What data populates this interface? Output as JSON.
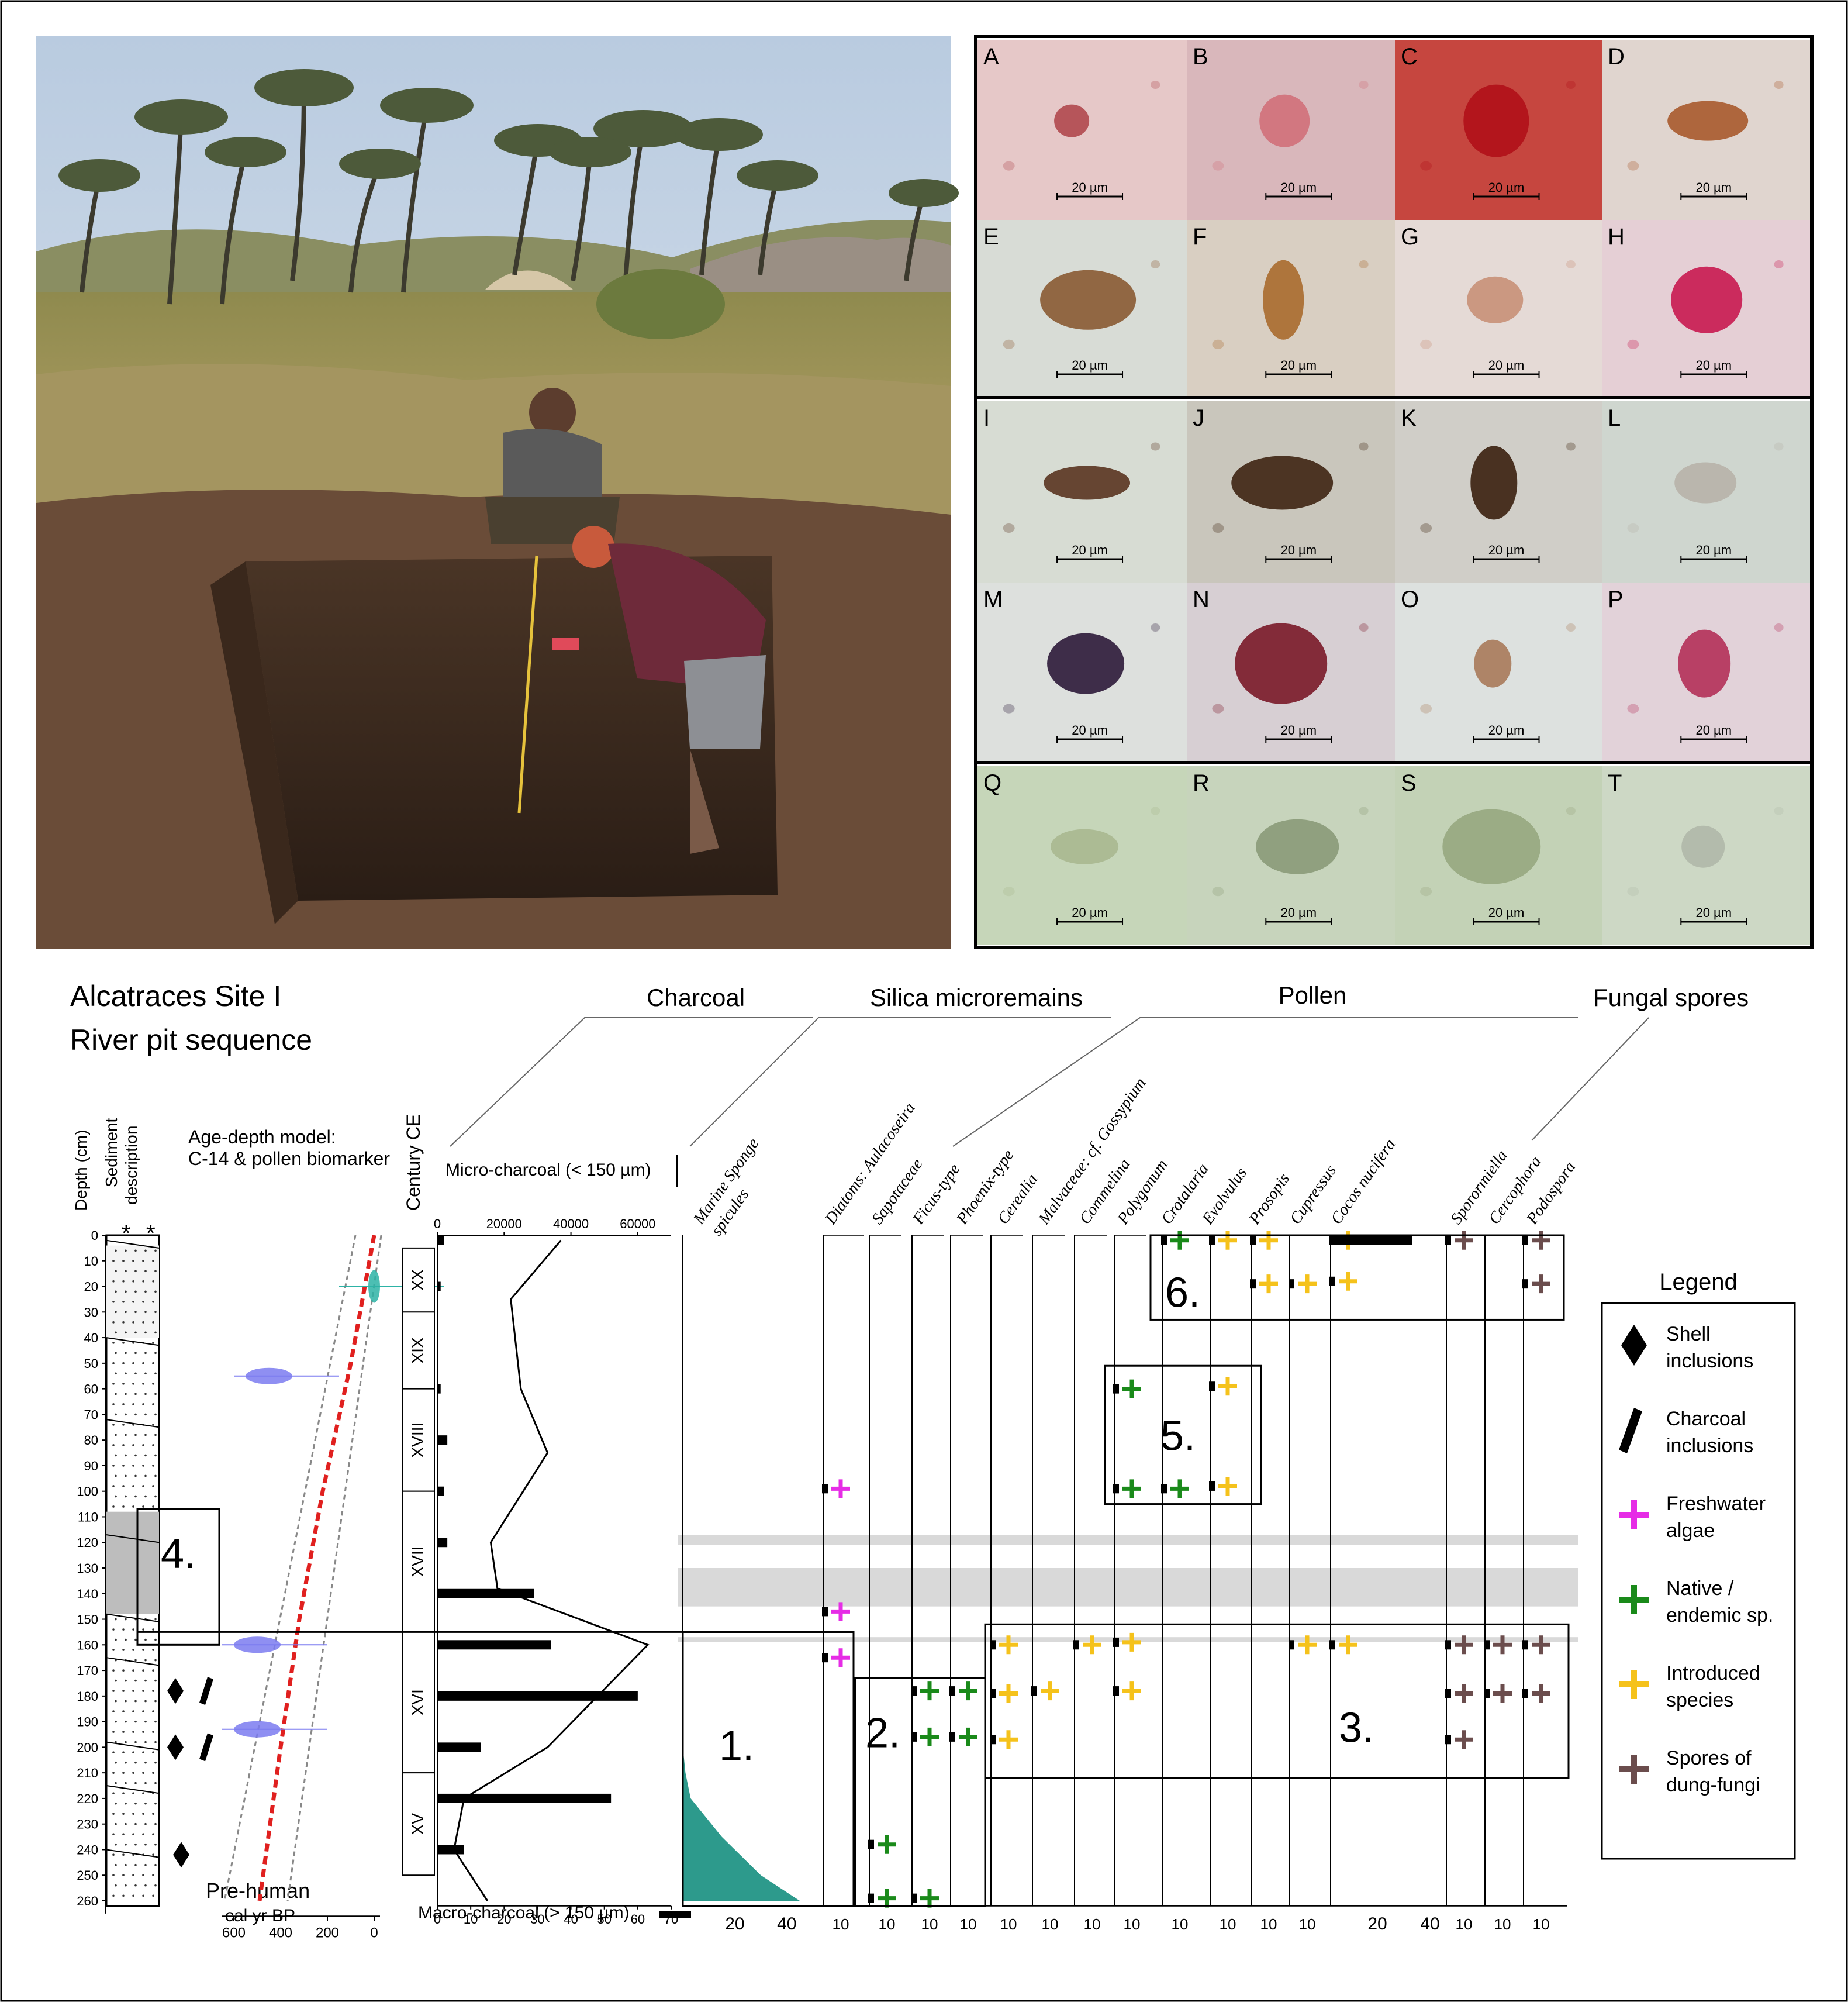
{
  "figure": {
    "title_line1": "Alcatraces Site I",
    "title_line2": "River pit sequence"
  },
  "micro_panels": {
    "labels": [
      "A",
      "B",
      "C",
      "D",
      "E",
      "F",
      "G",
      "H",
      "I",
      "J",
      "K",
      "L",
      "M",
      "N",
      "O",
      "P",
      "Q",
      "R",
      "S",
      "T"
    ],
    "scale_text": "20 µm",
    "colors": {
      "A": "#e6c8c8",
      "B": "#d9b7bb",
      "C": "#c6463f",
      "D": "#e0d5cf",
      "E": "#d8dcd6",
      "F": "#d9cfc2",
      "G": "#e5dad6",
      "H": "#e5cfd5",
      "I": "#d7dcd3",
      "J": "#c9c6bc",
      "K": "#d0cec8",
      "L": "#cfd6cf",
      "M": "#dde0dd",
      "N": "#d7cfd3",
      "O": "#dde1df",
      "P": "#e2d2d9",
      "Q": "#c6d6b9",
      "R": "#c7d4bc",
      "S": "#c3d2b6",
      "T": "#cdd8c5"
    },
    "object_colors": {
      "A": "#b0484e",
      "B": "#d0707a",
      "C": "#b01018",
      "D": "#a85a2c",
      "E": "#8a5a33",
      "F": "#a86a2e",
      "G": "#c89078",
      "H": "#c81850",
      "I": "#5a3420",
      "J": "#3e2412",
      "K": "#3a200e",
      "L": "#b7b3a8",
      "M": "#2c1a38",
      "N": "#7a1828",
      "O": "#a87a5a",
      "P": "#b43058",
      "Q": "#a8b890",
      "R": "#8a9a78",
      "S": "#97a77f",
      "T": "#b0b8a8"
    }
  },
  "headers": {
    "charcoal": "Charcoal",
    "silica": "Silica microremains",
    "pollen": "Pollen",
    "fungal": "Fungal spores"
  },
  "column_labels": {
    "depth": "Depth (cm)",
    "sediment1": "Sediment",
    "sediment2": "description",
    "century": "Century  CE",
    "agedepth1": "Age-depth model:",
    "agedepth2": "C-14 & pollen biomarker",
    "microcharcoal": "Micro-charcoal (< 150 µm)",
    "macrocharcoal": "Macro-charcoal (> 150 µm)",
    "calbp": "cal yr BP",
    "prehuman": "Pre-human"
  },
  "taxa": [
    "Marine Sponge|spicules",
    "Diatoms: Aulacoseira",
    "Sapotaceae",
    "Ficus-type",
    "Phoenix-type",
    "Cerealia",
    "Malvaceae: cf. Gossypium",
    "Commelina",
    "Polygonum",
    "Crotalaria",
    "Evolvulus",
    "Prosopis",
    "Cupressus",
    "Cocos nucifera",
    "Sporormiella",
    "Cercophora",
    "Podospora"
  ],
  "legend": {
    "title": "Legend",
    "items": [
      {
        "label1": "Shell",
        "label2": "inclusions",
        "icon": "shell-icon"
      },
      {
        "label1": "Charcoal",
        "label2": "inclusions",
        "icon": "charcoal-icon"
      },
      {
        "label1": "Freshwater",
        "label2": "algae",
        "icon": "plus-icon",
        "color": "#e62ce6"
      },
      {
        "label1": "Native /",
        "label2": "endemic sp.",
        "icon": "plus-icon",
        "color": "#1a8a1a"
      },
      {
        "label1": "Introduced",
        "label2": "species",
        "icon": "plus-icon",
        "color": "#f5c21b"
      },
      {
        "label1": "Spores of",
        "label2": "dung-fungi",
        "icon": "plus-icon",
        "color": "#6b4d4d"
      }
    ]
  },
  "zone_labels": [
    "1.",
    "2.",
    "3.",
    "4.",
    "5.",
    "6."
  ],
  "centuries": [
    "XX",
    "XIX",
    "XVIII",
    "XVII",
    "XVI",
    "XV"
  ],
  "chart_data": {
    "type": "table",
    "depth_axis": {
      "label": "Depth (cm)",
      "range": [
        0,
        265
      ],
      "ticks": [
        0,
        10,
        20,
        30,
        40,
        50,
        60,
        70,
        80,
        90,
        100,
        110,
        120,
        130,
        140,
        150,
        160,
        170,
        180,
        190,
        200,
        210,
        220,
        230,
        240,
        250,
        260
      ]
    },
    "micro_charcoal": {
      "axis_ticks": [
        0,
        20000,
        40000,
        60000
      ],
      "xlim": [
        0,
        70000
      ],
      "depth": [
        2,
        25,
        60,
        85,
        120,
        138,
        160,
        180,
        200,
        220,
        240,
        260
      ],
      "values": [
        37000,
        22000,
        25000,
        33000,
        16000,
        18000,
        63000,
        48000,
        33000,
        8000,
        5000,
        15000
      ]
    },
    "macro_charcoal": {
      "axis_ticks": [
        0,
        10,
        20,
        30,
        40,
        50,
        60,
        70
      ],
      "xlim": [
        0,
        70
      ],
      "depth": [
        2,
        20,
        60,
        80,
        100,
        120,
        140,
        160,
        180,
        200,
        220,
        240
      ],
      "values": [
        2,
        1,
        1,
        3,
        2,
        3,
        29,
        34,
        60,
        13,
        52,
        8
      ]
    },
    "age_depth": {
      "axis_ticks": [
        600,
        400,
        200,
        0
      ],
      "axis_label": "cal yr BP",
      "median": [
        [
          0,
          0
        ],
        [
          50,
          100
        ],
        [
          100,
          220
        ],
        [
          150,
          320
        ],
        [
          200,
          400
        ],
        [
          260,
          490
        ]
      ],
      "lower": [
        [
          0,
          80
        ],
        [
          260,
          640
        ]
      ],
      "upper": [
        [
          0,
          -30
        ],
        [
          260,
          370
        ]
      ],
      "dates": [
        [
          20,
          0
        ],
        [
          55,
          450
        ],
        [
          160,
          500
        ],
        [
          193,
          500
        ]
      ]
    },
    "marine_sponge": {
      "axis_ticks": [
        20,
        40
      ],
      "depth": [
        60,
        200,
        210,
        220,
        235,
        250,
        260
      ],
      "values": [
        0,
        0,
        1,
        3,
        15,
        30,
        45
      ]
    },
    "symbols": [
      {
        "taxon": "Diatoms: Aulacoseira",
        "depth": 99,
        "kind": "freshwater"
      },
      {
        "taxon": "Diatoms: Aulacoseira",
        "depth": 147,
        "kind": "freshwater"
      },
      {
        "taxon": "Diatoms: Aulacoseira",
        "depth": 165,
        "kind": "freshwater"
      },
      {
        "taxon": "Sapotaceae",
        "depth": 238,
        "kind": "native"
      },
      {
        "taxon": "Sapotaceae",
        "depth": 259,
        "kind": "native"
      },
      {
        "taxon": "Ficus-type",
        "depth": 178,
        "kind": "native"
      },
      {
        "taxon": "Ficus-type",
        "depth": 196,
        "kind": "native"
      },
      {
        "taxon": "Ficus-type",
        "depth": 259,
        "kind": "native"
      },
      {
        "taxon": "Phoenix-type",
        "depth": 178,
        "kind": "native"
      },
      {
        "taxon": "Phoenix-type",
        "depth": 196,
        "kind": "native"
      },
      {
        "taxon": "Cerealia",
        "depth": 160,
        "kind": "introduced"
      },
      {
        "taxon": "Cerealia",
        "depth": 179,
        "kind": "introduced"
      },
      {
        "taxon": "Cerealia",
        "depth": 197,
        "kind": "introduced"
      },
      {
        "taxon": "Malvaceae: cf. Gossypium",
        "depth": 178,
        "kind": "introduced"
      },
      {
        "taxon": "Commelina",
        "depth": 160,
        "kind": "introduced"
      },
      {
        "taxon": "Polygonum",
        "depth": 60,
        "kind": "native"
      },
      {
        "taxon": "Polygonum",
        "depth": 99,
        "kind": "native"
      },
      {
        "taxon": "Polygonum",
        "depth": 159,
        "kind": "introduced"
      },
      {
        "taxon": "Polygonum",
        "depth": 178,
        "kind": "introduced"
      },
      {
        "taxon": "Crotalaria",
        "depth": 2,
        "kind": "native"
      },
      {
        "taxon": "Crotalaria",
        "depth": 99,
        "kind": "native"
      },
      {
        "taxon": "Evolvulus",
        "depth": 2,
        "kind": "introduced"
      },
      {
        "taxon": "Evolvulus",
        "depth": 59,
        "kind": "introduced"
      },
      {
        "taxon": "Evolvulus",
        "depth": 98,
        "kind": "introduced"
      },
      {
        "taxon": "Prosopis",
        "depth": 2,
        "kind": "introduced"
      },
      {
        "taxon": "Prosopis",
        "depth": 19,
        "kind": "introduced"
      },
      {
        "taxon": "Cupressus",
        "depth": 19,
        "kind": "introduced"
      },
      {
        "taxon": "Cupressus",
        "depth": 160,
        "kind": "introduced"
      },
      {
        "taxon": "Cocos nucifera",
        "depth": 2,
        "kind": "introduced"
      },
      {
        "taxon": "Cocos nucifera",
        "depth": 18,
        "kind": "introduced"
      },
      {
        "taxon": "Cocos nucifera",
        "depth": 160,
        "kind": "introduced"
      },
      {
        "taxon": "Sporormiella",
        "depth": 2,
        "kind": "dung"
      },
      {
        "taxon": "Sporormiella",
        "depth": 160,
        "kind": "dung"
      },
      {
        "taxon": "Sporormiella",
        "depth": 179,
        "kind": "dung"
      },
      {
        "taxon": "Sporormiella",
        "depth": 197,
        "kind": "dung"
      },
      {
        "taxon": "Cercophora",
        "depth": 160,
        "kind": "dung"
      },
      {
        "taxon": "Cercophora",
        "depth": 179,
        "kind": "dung"
      },
      {
        "taxon": "Podospora",
        "depth": 2,
        "kind": "dung"
      },
      {
        "taxon": "Podospora",
        "depth": 19,
        "kind": "dung"
      },
      {
        "taxon": "Podospora",
        "depth": 160,
        "kind": "dung"
      },
      {
        "taxon": "Podospora",
        "depth": 179,
        "kind": "dung"
      }
    ],
    "minor_axis_label": "10",
    "cocos_axis_labels": [
      "20",
      "40"
    ]
  }
}
